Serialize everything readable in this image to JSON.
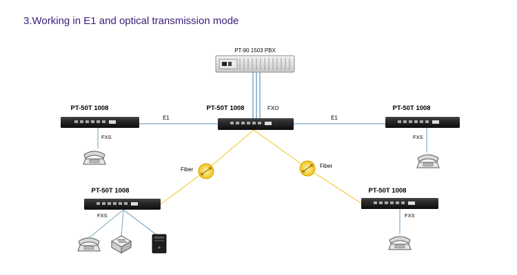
{
  "title": "3.Working in E1 and optical transmission mode",
  "pbx": {
    "label": "PT-90 1503 PBX"
  },
  "devices": {
    "left_top": "PT-50T 1008",
    "center": "PT-50T 1008",
    "right_top": "PT-50T 1008",
    "left_bottom": "PT-50T 1008",
    "right_bottom": "PT-50T 1008"
  },
  "links": {
    "e1_left": "E1",
    "e1_right": "E1",
    "fxo": "FXO",
    "fiber_left": "Fiber",
    "fiber_right": "Fiber"
  },
  "ports": {
    "fxs_left_top": "FXS",
    "fxs_right_top": "FXS",
    "fxs_left_bottom": "FXS",
    "fxs_right_bottom": "FXS"
  },
  "icons": [
    "pbx-chassis-icon",
    "switch-device-icon",
    "telephone-icon",
    "network-switch-icon",
    "computer-tower-icon",
    "fiber-transceiver-icon"
  ],
  "colors": {
    "title": "#3a1a78",
    "e1_line": "#7aa7c4",
    "fiber_line": "#f2d24a",
    "device_body": "#1a1a1a"
  }
}
